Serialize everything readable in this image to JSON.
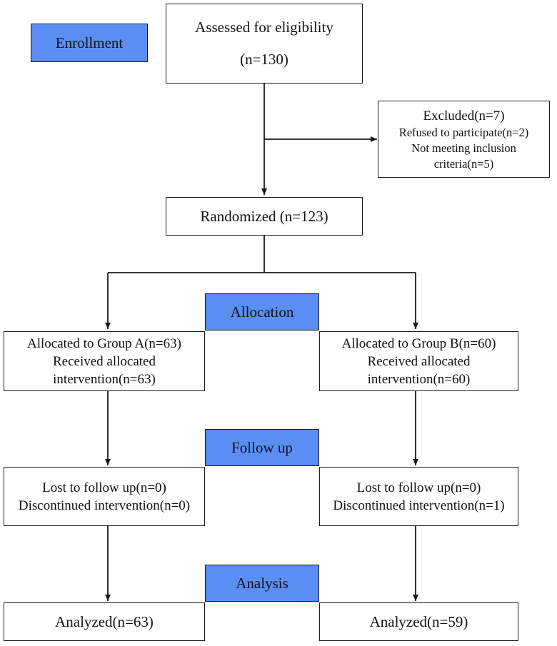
{
  "stages": {
    "enrollment": "Enrollment",
    "allocation": "Allocation",
    "follow_up": "Follow up",
    "analysis": "Analysis"
  },
  "assessed": {
    "line1": "Assessed for eligibility",
    "line2": "(n=130)"
  },
  "excluded": {
    "title": "Excluded(n=7)",
    "line1": "Refused to participate(n=2)",
    "line2": "Not meeting inclusion",
    "line3": "criteria(n=5)"
  },
  "randomized": "Randomized (n=123)",
  "group_a": {
    "allocated": "Allocated to Group A(n=63)",
    "received1": "Received allocated",
    "received2": "intervention(n=63)",
    "lost": "Lost to follow up(n=0)",
    "discontinued": "Discontinued intervention(n=0)",
    "analyzed": "Analyzed(n=63)"
  },
  "group_b": {
    "allocated": "Allocated to Group B(n=60)",
    "received1": "Received allocated",
    "received2": "intervention(n=60)",
    "lost": "Lost to follow up(n=0)",
    "discontinued": "Discontinued intervention(n=1)",
    "analyzed": "Analyzed(n=59)"
  },
  "colors": {
    "stage_fill": "#5b8ef2",
    "line": "#1a1a1a"
  }
}
